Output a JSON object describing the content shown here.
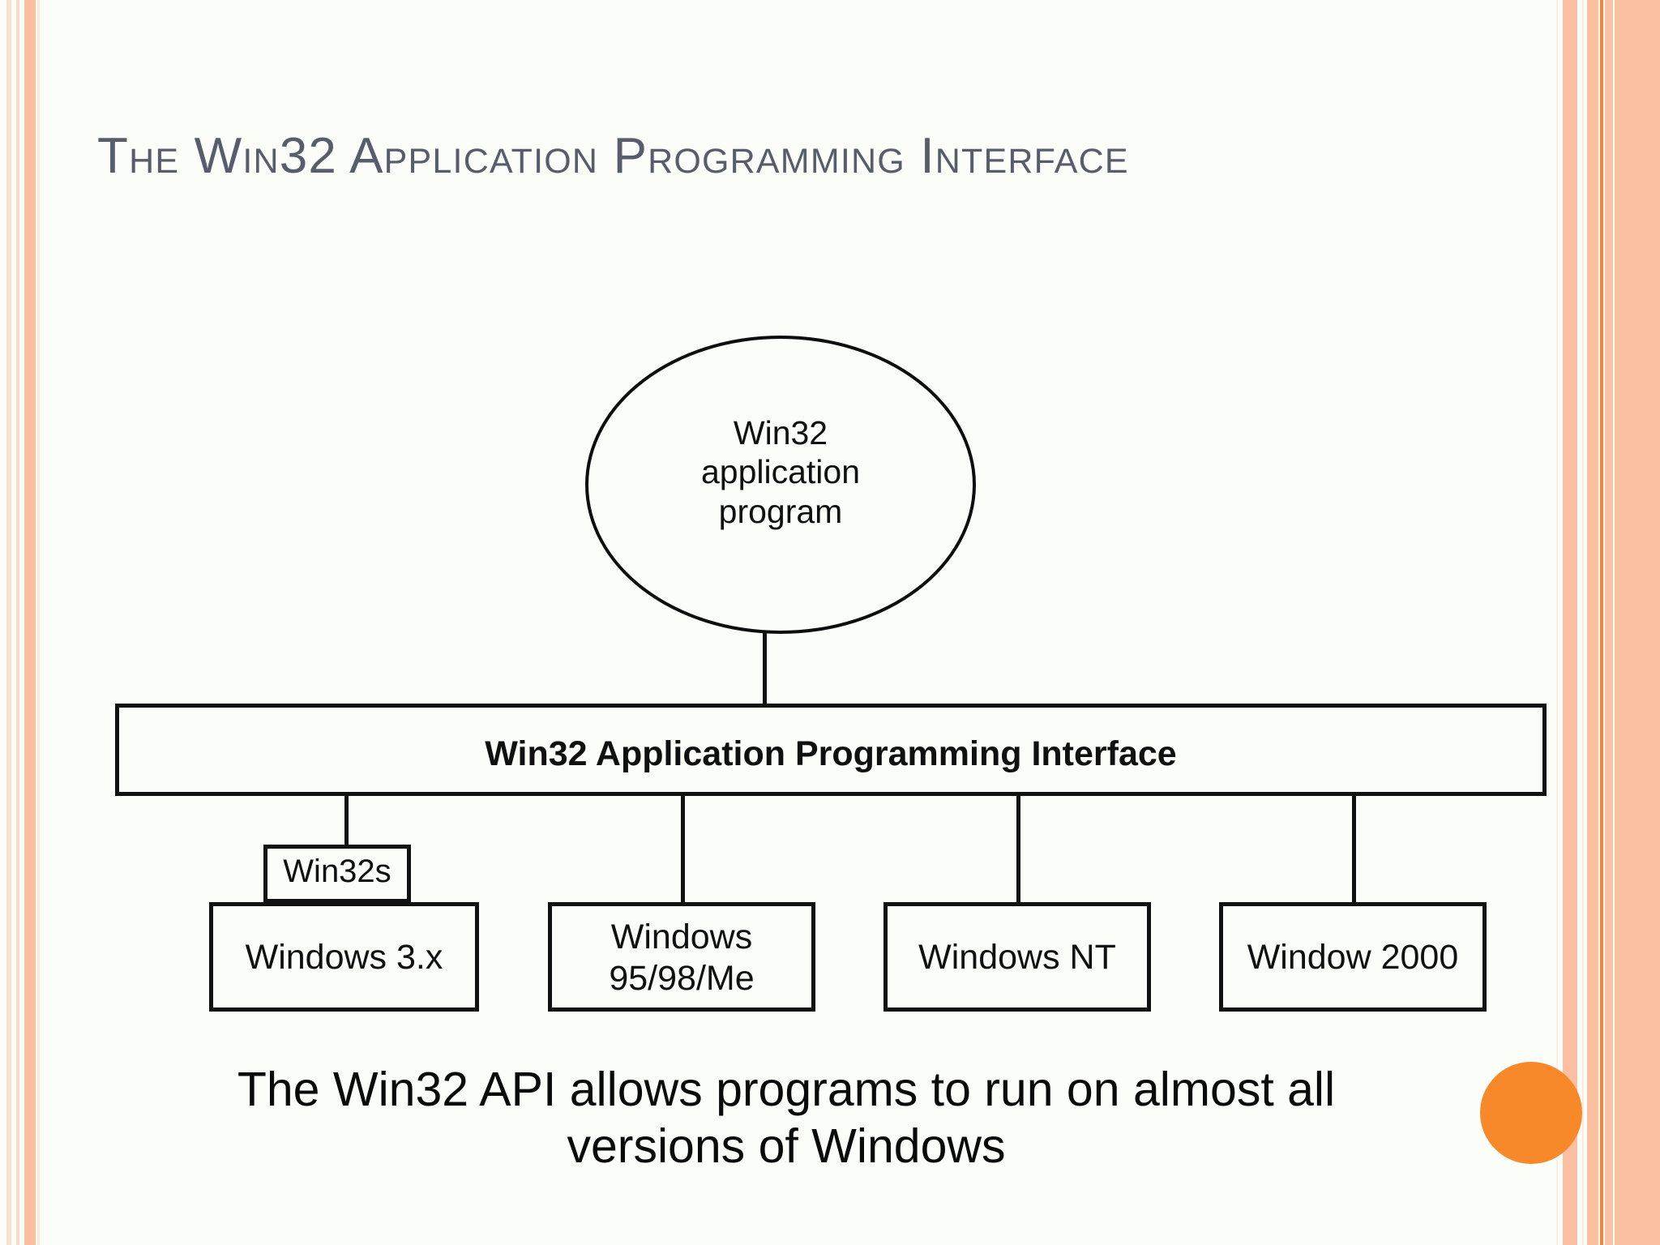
{
  "slide": {
    "title": "The Win32 Application Programming Interface",
    "background_color": "#fbfdf8",
    "title_color": "#565d6b",
    "accent_color": "#f7892b",
    "border_color": "#fbbfa0"
  },
  "diagram": {
    "ellipse": {
      "label": "Win32\napplication\nprogram"
    },
    "api_bar": {
      "label": "Win32 Application Programming Interface"
    },
    "sub_box": {
      "label": "Win32s"
    },
    "os_boxes": [
      {
        "label": "Windows 3.x"
      },
      {
        "label": "Windows\n95/98/Me"
      },
      {
        "label": "Windows NT"
      },
      {
        "label": "Window 2000"
      }
    ]
  },
  "caption": {
    "text": "The Win32 API allows programs to run on almost all versions of Windows"
  }
}
